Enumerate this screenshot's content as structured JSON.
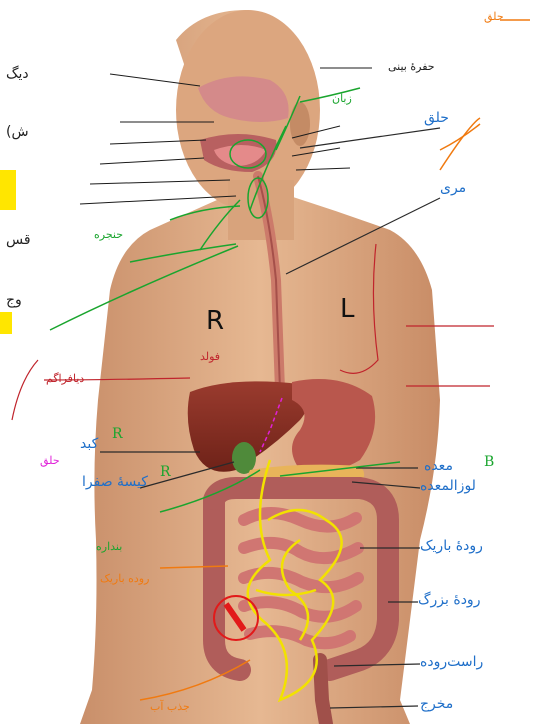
{
  "labels": {
    "pharynx": "حلق",
    "esophagus": "مری",
    "liver": "کبد",
    "gallbladder": "کیسهٔ صفرا",
    "stomach": "معده",
    "pancreas": "لوزالمعده",
    "small_intestine": "رودهٔ باریک",
    "large_intestine": "رودهٔ بزرگ",
    "rectum": "راست‌روده",
    "anus": "مخرج"
  },
  "side_marks": {
    "right": "R",
    "left": "L"
  },
  "edge_text": {
    "line1": "دیگ",
    "line2": "(ش",
    "line3": "قس",
    "line4": "وج"
  },
  "annotations": {
    "top_right": "حلق",
    "nasal": "حفرهٔ بینی",
    "mouth_label": "زبان",
    "throat": "حنجره",
    "diaphragm_note": "دیافراگم",
    "fold": "فولد",
    "sphincter": "بنداره",
    "small_note": "روده باریک",
    "liver_r": "R",
    "gall_r": "R",
    "stomach_b": "B",
    "note_bottom": "جذب آب",
    "pharynx_pink": "حلق"
  },
  "colors": {
    "label_blue": "#1f6fc9",
    "ink_green": "#1aa52e",
    "ink_orange": "#f07a10",
    "ink_red": "#c0242c",
    "ink_magenta": "#e020d8",
    "ink_yellow": "#f2e200",
    "ink_dark": "#1b1b1b",
    "sticky_yellow": "#ffe600"
  }
}
